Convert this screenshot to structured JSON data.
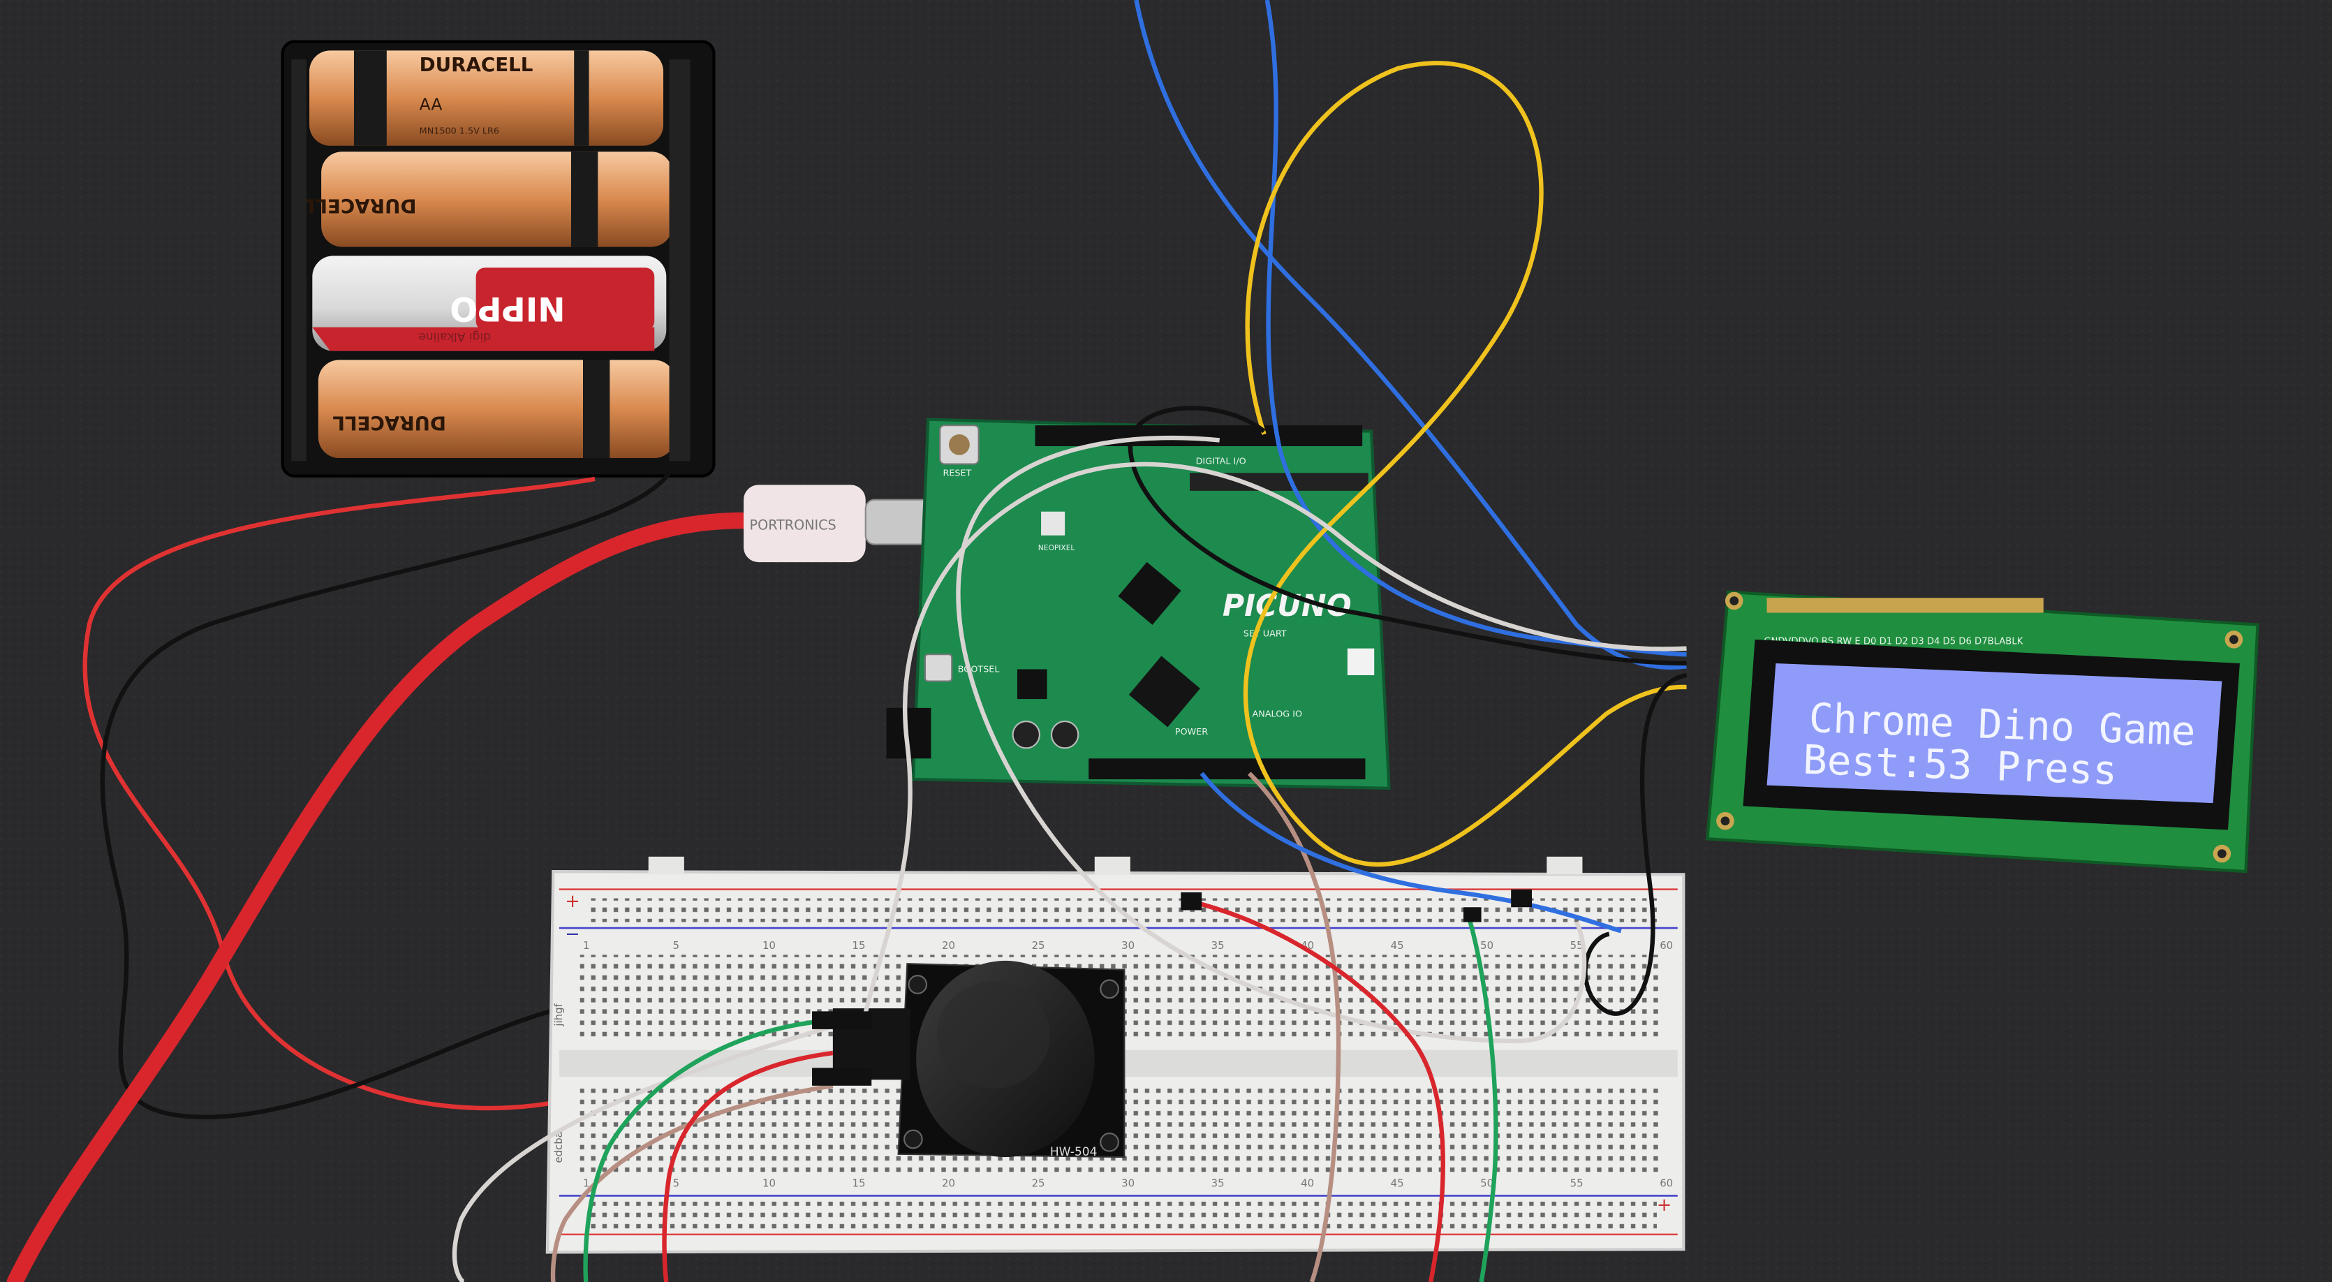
{
  "batteries": [
    {
      "brand": "DURACELL",
      "size": "AA",
      "specs": "MN1500  1.5V  LR6"
    },
    {
      "brand": "DURACELL",
      "size": "",
      "specs": ""
    },
    {
      "brand": "NIPPO",
      "size": "",
      "specs": "digi Alkaline"
    },
    {
      "brand": "DURACELL",
      "size": "",
      "specs": ""
    }
  ],
  "usb_cable": {
    "brand": "PORTRONICS"
  },
  "board": {
    "name": "PICUNO",
    "reset_label": "RESET",
    "bootsel_label": "BOOTSEL",
    "neopixel_label": "NEOPIXEL",
    "digital_label": "DIGITAL I/O",
    "analog_label": "ANALOG IO",
    "power_label": "POWER",
    "uart_label": "SET UART"
  },
  "lcd": {
    "pin_labels": "GNDVDDVO RS RW  E  D0 D1 D2 D3 D4 D5 D6 D7BLABLK",
    "line1": "Chrome Dino Game",
    "line2": "Best:53 Press",
    "backlight_color": "#8f9bf8",
    "text_color": "#f2f4ff"
  },
  "joystick": {
    "model": "HW-504"
  },
  "breadboard": {
    "plus": "+",
    "minus": "−",
    "column_numbers": [
      "1",
      "5",
      "10",
      "15",
      "20",
      "25",
      "30",
      "35",
      "40",
      "45",
      "50",
      "55",
      "60"
    ],
    "row_letters_top": "jihgf",
    "row_letters_bottom": "edcba"
  }
}
